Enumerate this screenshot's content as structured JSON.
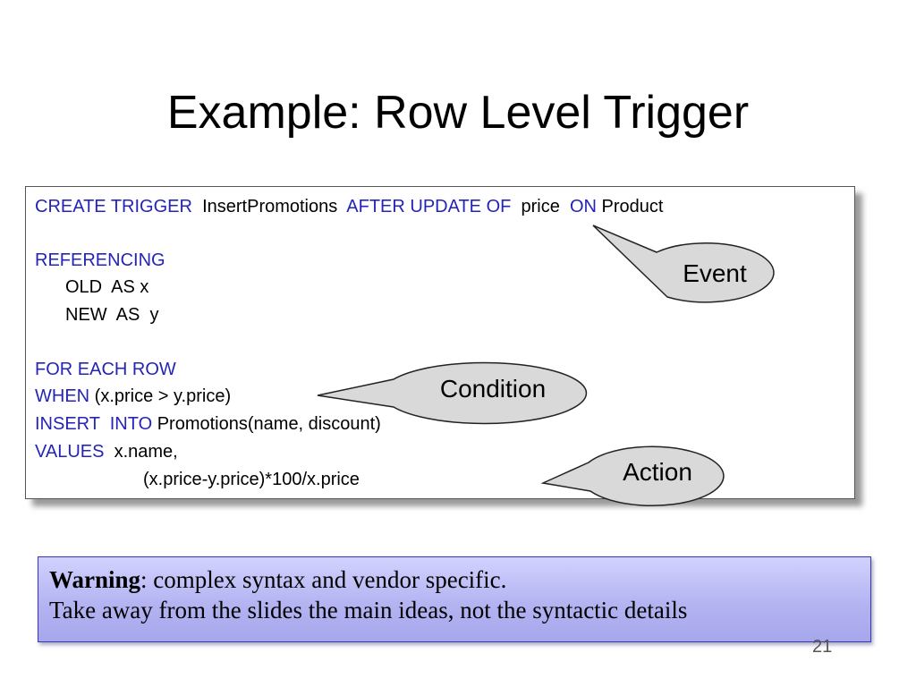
{
  "slide": {
    "title": "Example: Row Level Trigger",
    "page_number": "21"
  },
  "code": {
    "line1": {
      "kw1": "CREATE TRIGGER",
      "name": "InsertPromotions",
      "kw2": "AFTER UPDATE OF",
      "column": "price",
      "kw3": "ON",
      "table": "Product"
    },
    "line2": {
      "kw": "REFERENCING"
    },
    "line3": {
      "text": "OLD  AS x"
    },
    "line4": {
      "text": "NEW  AS  y"
    },
    "line5": {
      "kw": "FOR EACH ROW"
    },
    "line6": {
      "kw": "WHEN",
      "text": "(x.price > y.price)"
    },
    "line7": {
      "kw": "INSERT  INTO",
      "text": "Promotions(name, discount)"
    },
    "line8": {
      "kw": "VALUES",
      "text": "x.name,"
    },
    "line9": {
      "text": "(x.price-y.price)*100/x.price"
    }
  },
  "callouts": {
    "event": "Event",
    "condition": "Condition",
    "action": "Action"
  },
  "warning": {
    "bold": "Warning",
    "line1_rest": ": complex syntax and vendor specific.",
    "line2": "Take away from the slides the main ideas, not the syntactic details"
  },
  "colors": {
    "keyword": "#2424b8",
    "bubble_fill": "#d9d9d9",
    "warning_fill": "#b4b4f2"
  }
}
